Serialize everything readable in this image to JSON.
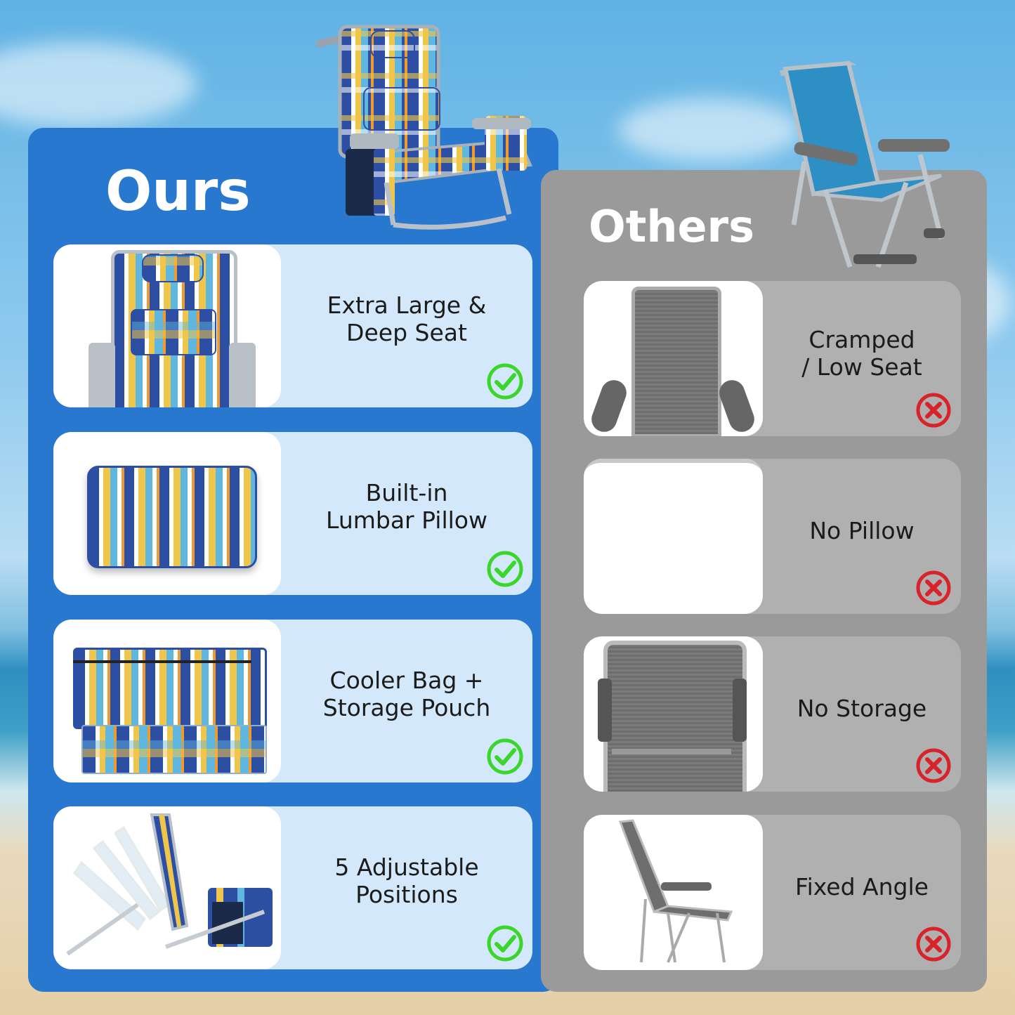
{
  "ours": {
    "heading": "Ours",
    "features": [
      {
        "label": "Extra Large &\nDeep Seat",
        "status": "check"
      },
      {
        "label": "Built-in\nLumbar Pillow",
        "status": "check"
      },
      {
        "label": "Cooler Bag +\nStorage Pouch",
        "status": "check"
      },
      {
        "label": "5 Adjustable\nPositions",
        "status": "check"
      }
    ]
  },
  "others": {
    "heading": "Others",
    "features": [
      {
        "label": "Cramped\n/ Low Seat",
        "status": "cross"
      },
      {
        "label": "No Pillow",
        "status": "cross"
      },
      {
        "label": "No Storage",
        "status": "cross"
      },
      {
        "label": "Fixed Angle",
        "status": "cross"
      }
    ]
  },
  "colors": {
    "ours_panel": "#2878d0",
    "others_panel": "#9a9a9a",
    "check_green": "#3bd62c",
    "cross_red": "#d8232a"
  },
  "icons": {
    "check": "check-circle-icon",
    "cross": "x-circle-icon"
  }
}
